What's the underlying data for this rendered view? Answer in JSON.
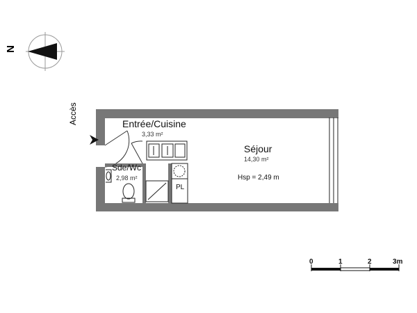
{
  "compass": {
    "north_label": "N",
    "icon": "compass-rose-icon"
  },
  "access": {
    "label": "Accès",
    "icon": "arrow-right-icon"
  },
  "rooms": [
    {
      "name": "Entrée/Cuisine",
      "area": "3,33 m²"
    },
    {
      "name": "Séjour",
      "area": "14,30 m²"
    },
    {
      "name": "Sde/Wc",
      "area": "2,98 m²"
    }
  ],
  "placard": {
    "label": "PL"
  },
  "ceiling_height": {
    "label": "Hsp = 2,49 m"
  },
  "scale_bar": {
    "ticks": [
      "0",
      "1",
      "2",
      "3m"
    ]
  },
  "colors": {
    "wall": "#777777",
    "line": "#222222"
  }
}
